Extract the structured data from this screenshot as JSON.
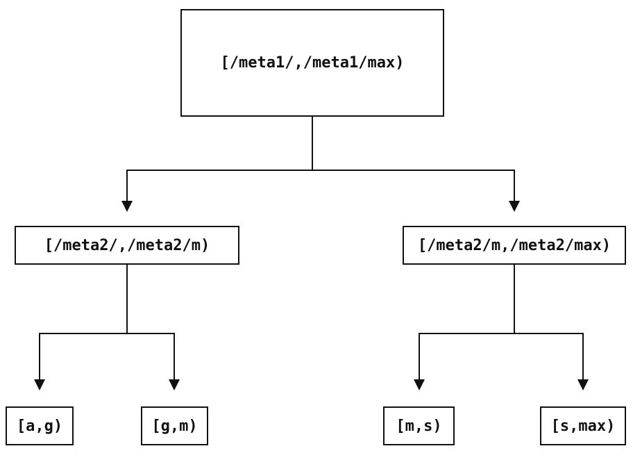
{
  "diagram": {
    "type": "tree",
    "title": "",
    "nodes": {
      "root": {
        "label": "[/meta1/,/meta1/max)"
      },
      "left": {
        "label": "[/meta2/,/meta2/m)"
      },
      "right": {
        "label": "[/meta2/m,/meta2/max)"
      },
      "leaf_ag": {
        "label": "[a,g)"
      },
      "leaf_gm": {
        "label": "[g,m)"
      },
      "leaf_ms": {
        "label": "[m,s)"
      },
      "leaf_smax": {
        "label": "[s,max)"
      }
    },
    "edges": [
      {
        "from": "root",
        "to": "left"
      },
      {
        "from": "root",
        "to": "right"
      },
      {
        "from": "left",
        "to": "leaf_ag"
      },
      {
        "from": "left",
        "to": "leaf_gm"
      },
      {
        "from": "right",
        "to": "leaf_ms"
      },
      {
        "from": "right",
        "to": "leaf_smax"
      }
    ],
    "colors": {
      "line": "#111111",
      "background": "#ffffff",
      "text": "#111111"
    }
  }
}
